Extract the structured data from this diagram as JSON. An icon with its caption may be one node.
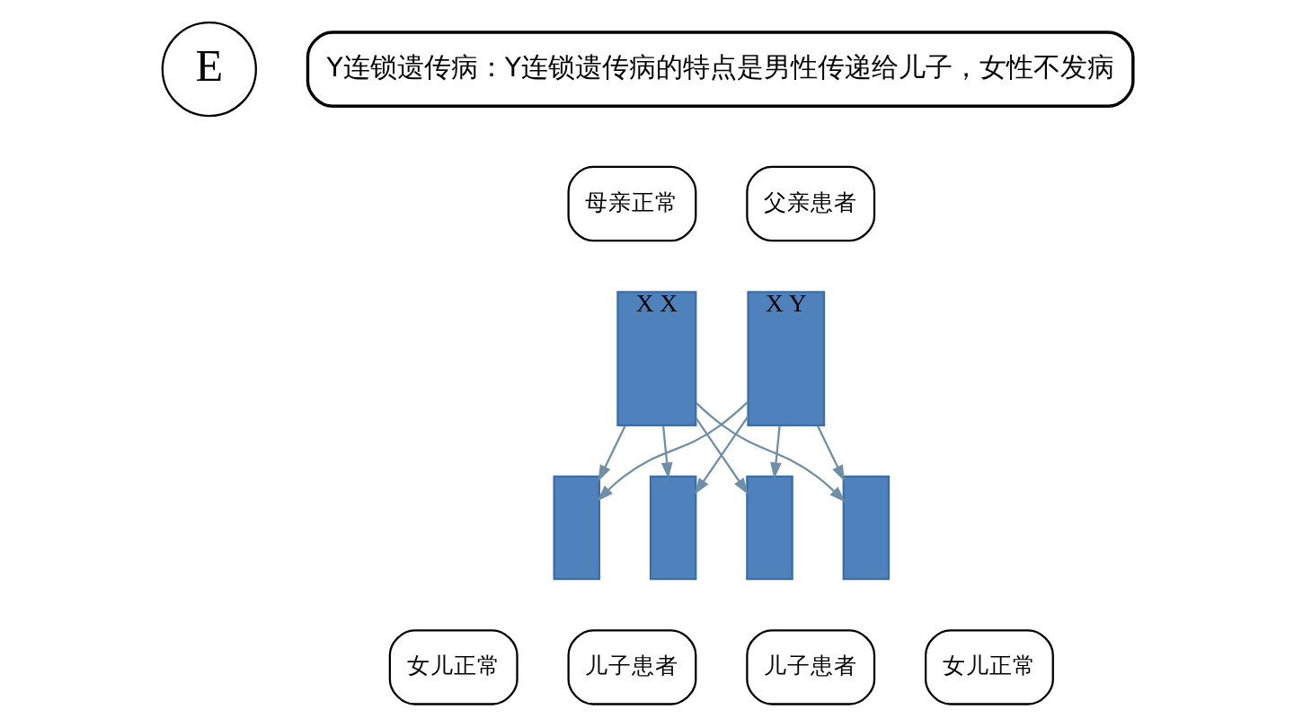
{
  "diagram": {
    "nodes": [
      {
        "text": [
          "E"
        ]
      },
      {
        "text": [
          "Y连锁遗传病：Y连锁遗传病的特点是男性传递给儿子，女性不发病"
        ]
      },
      {
        "text": [
          "母亲正常"
        ]
      },
      {
        "text": [
          "父亲患者"
        ]
      },
      {
        "text": [
          "X X"
        ]
      },
      {
        "text": [
          "X Y"
        ]
      },
      {
        "text": [],
        "shape": "box"
      },
      {
        "text": [],
        "shape": "box"
      },
      {
        "text": [],
        "shape": "box"
      },
      {
        "text": [],
        "shape": "box"
      },
      {
        "text": [
          "女儿正常"
        ]
      },
      {
        "text": [
          "儿子患者"
        ]
      },
      {
        "text": [
          "儿子患者"
        ]
      },
      {
        "text": [
          "女儿正常"
        ]
      }
    ],
    "edges": [
      {
        "from": 4,
        "to": 6,
        "arrow": "to"
      },
      {
        "from": 4,
        "to": 7,
        "arrow": "to"
      },
      {
        "from": 4,
        "to": 8,
        "arrow": "to"
      },
      {
        "from": 4,
        "to": 9,
        "arrow": "to"
      },
      {
        "from": 5,
        "to": 6,
        "arrow": "to"
      },
      {
        "from": 5,
        "to": 7,
        "arrow": "to"
      },
      {
        "from": 5,
        "to": 8,
        "arrow": "to"
      },
      {
        "from": 5,
        "to": 9,
        "arrow": "to"
      }
    ]
  }
}
